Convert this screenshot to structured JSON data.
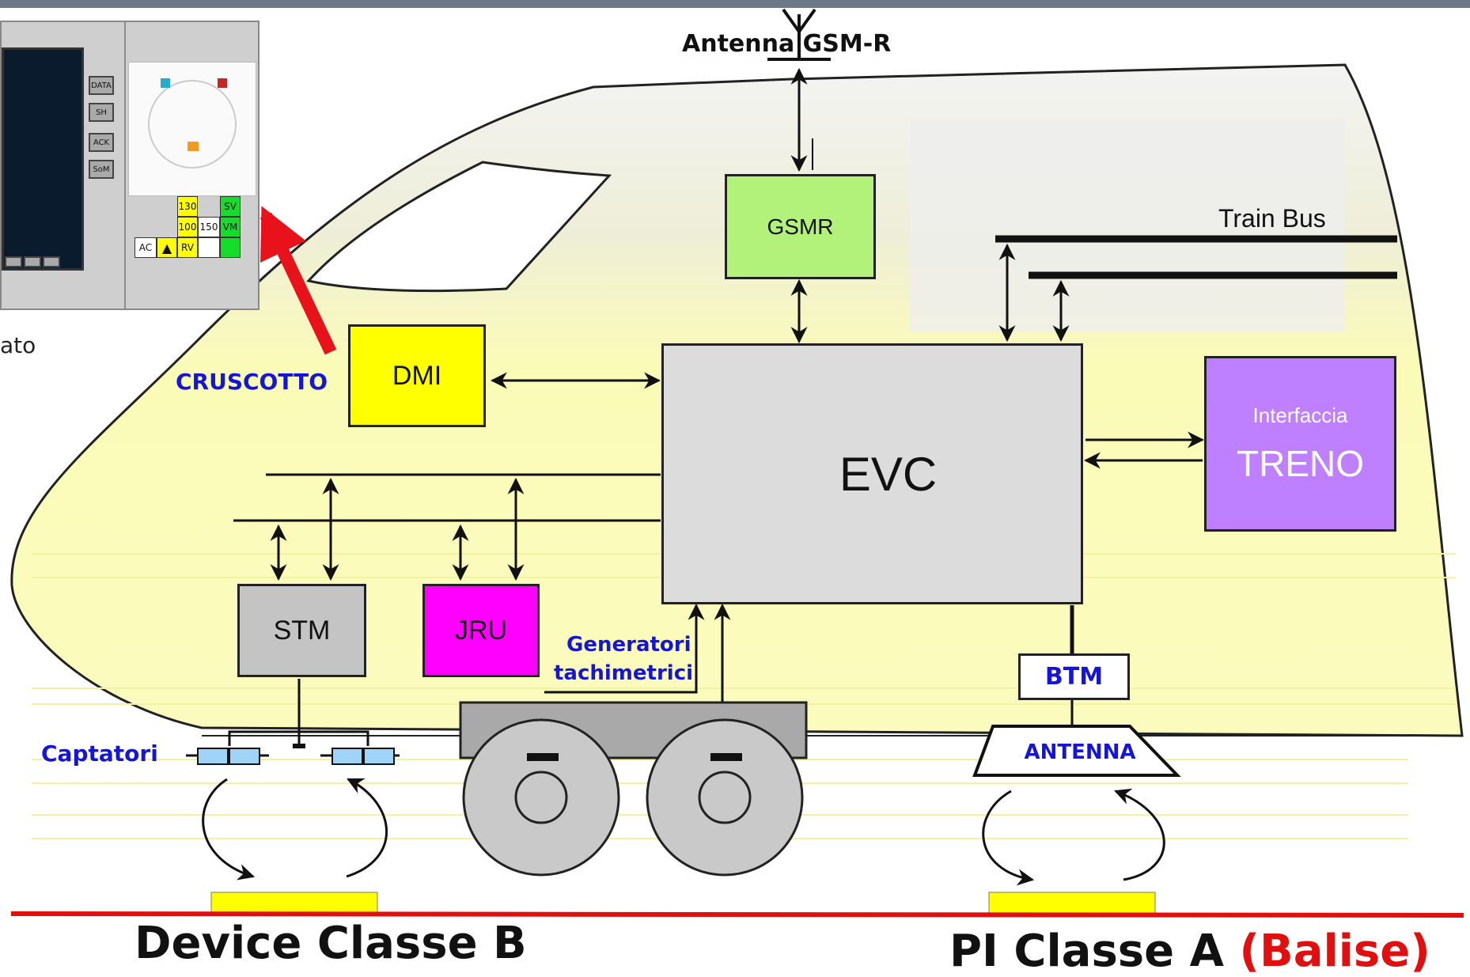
{
  "antenna_label": "Antenna GSM-R",
  "partial_caption": "ato",
  "boxes": {
    "gsmr": "GSMR",
    "dmi": "DMI",
    "evc": "EVC",
    "interfaccia_small": "Interfaccia",
    "interfaccia_big": "TRENO",
    "stm": "STM",
    "jru": "JRU",
    "btm": "BTM",
    "antenna_plate": "ANTENNA"
  },
  "labels": {
    "train_bus": "Train Bus",
    "cruscotto": "CRUSCOTTO",
    "generatori_1": "Generatori",
    "generatori_2": "tachimetrici",
    "captatori": "Captatori"
  },
  "bottom": {
    "left": "Device Classe B",
    "right_main": "PI Classe A",
    "right_paren": "(Balise)"
  },
  "dmi_panel": {
    "buttons": [
      "DATA",
      "SH",
      "ACK",
      "SoM"
    ],
    "tiles": [
      "130",
      "SV",
      "100",
      "150",
      "VM",
      "AC",
      "RV"
    ]
  },
  "colors": {
    "gsmr": "#b3f27a",
    "dmi": "#ffff00",
    "evc": "#dcdcdc",
    "interfaccia": "#bf80ff",
    "stm": "#c4c4c4",
    "jru": "#ff00ff",
    "label_blue": "#1515d8",
    "rail_red": "#e01010",
    "balise_yellow": "#ffff00"
  }
}
